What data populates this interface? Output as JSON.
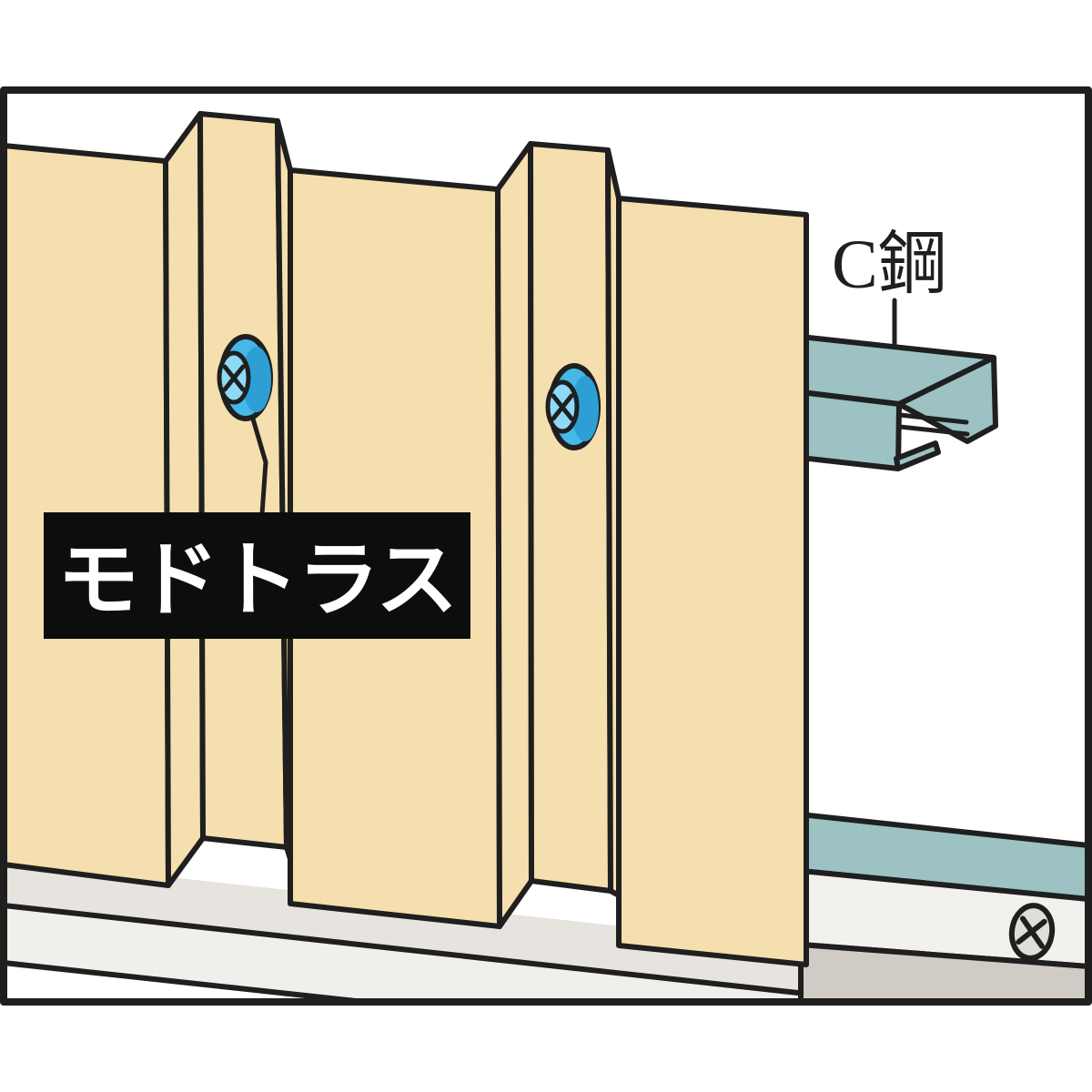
{
  "illustration": {
    "title": "siding-panel-to-c-channel-fastening-detail",
    "labels": {
      "product": "モドトラス",
      "c_channel": "C鋼"
    },
    "colors": {
      "background": "#ffffff",
      "outline": "#1f1f1f",
      "panel": "#f6dfae",
      "steel_teal": "#9cc2c3",
      "screw_blue": "#45b8e8",
      "screw_blue_light": "#8edaf6",
      "screw_blue_dark": "#2d9fd4",
      "screw_gray": "#dfded9",
      "base_gray": "#e7e4df",
      "base_gray_light": "#f1efec",
      "base_taupe": "#d1cbc6",
      "band_white": "#f3f1ee",
      "label_bg": "#0d0d0d",
      "label_text": "#ffffff"
    }
  }
}
